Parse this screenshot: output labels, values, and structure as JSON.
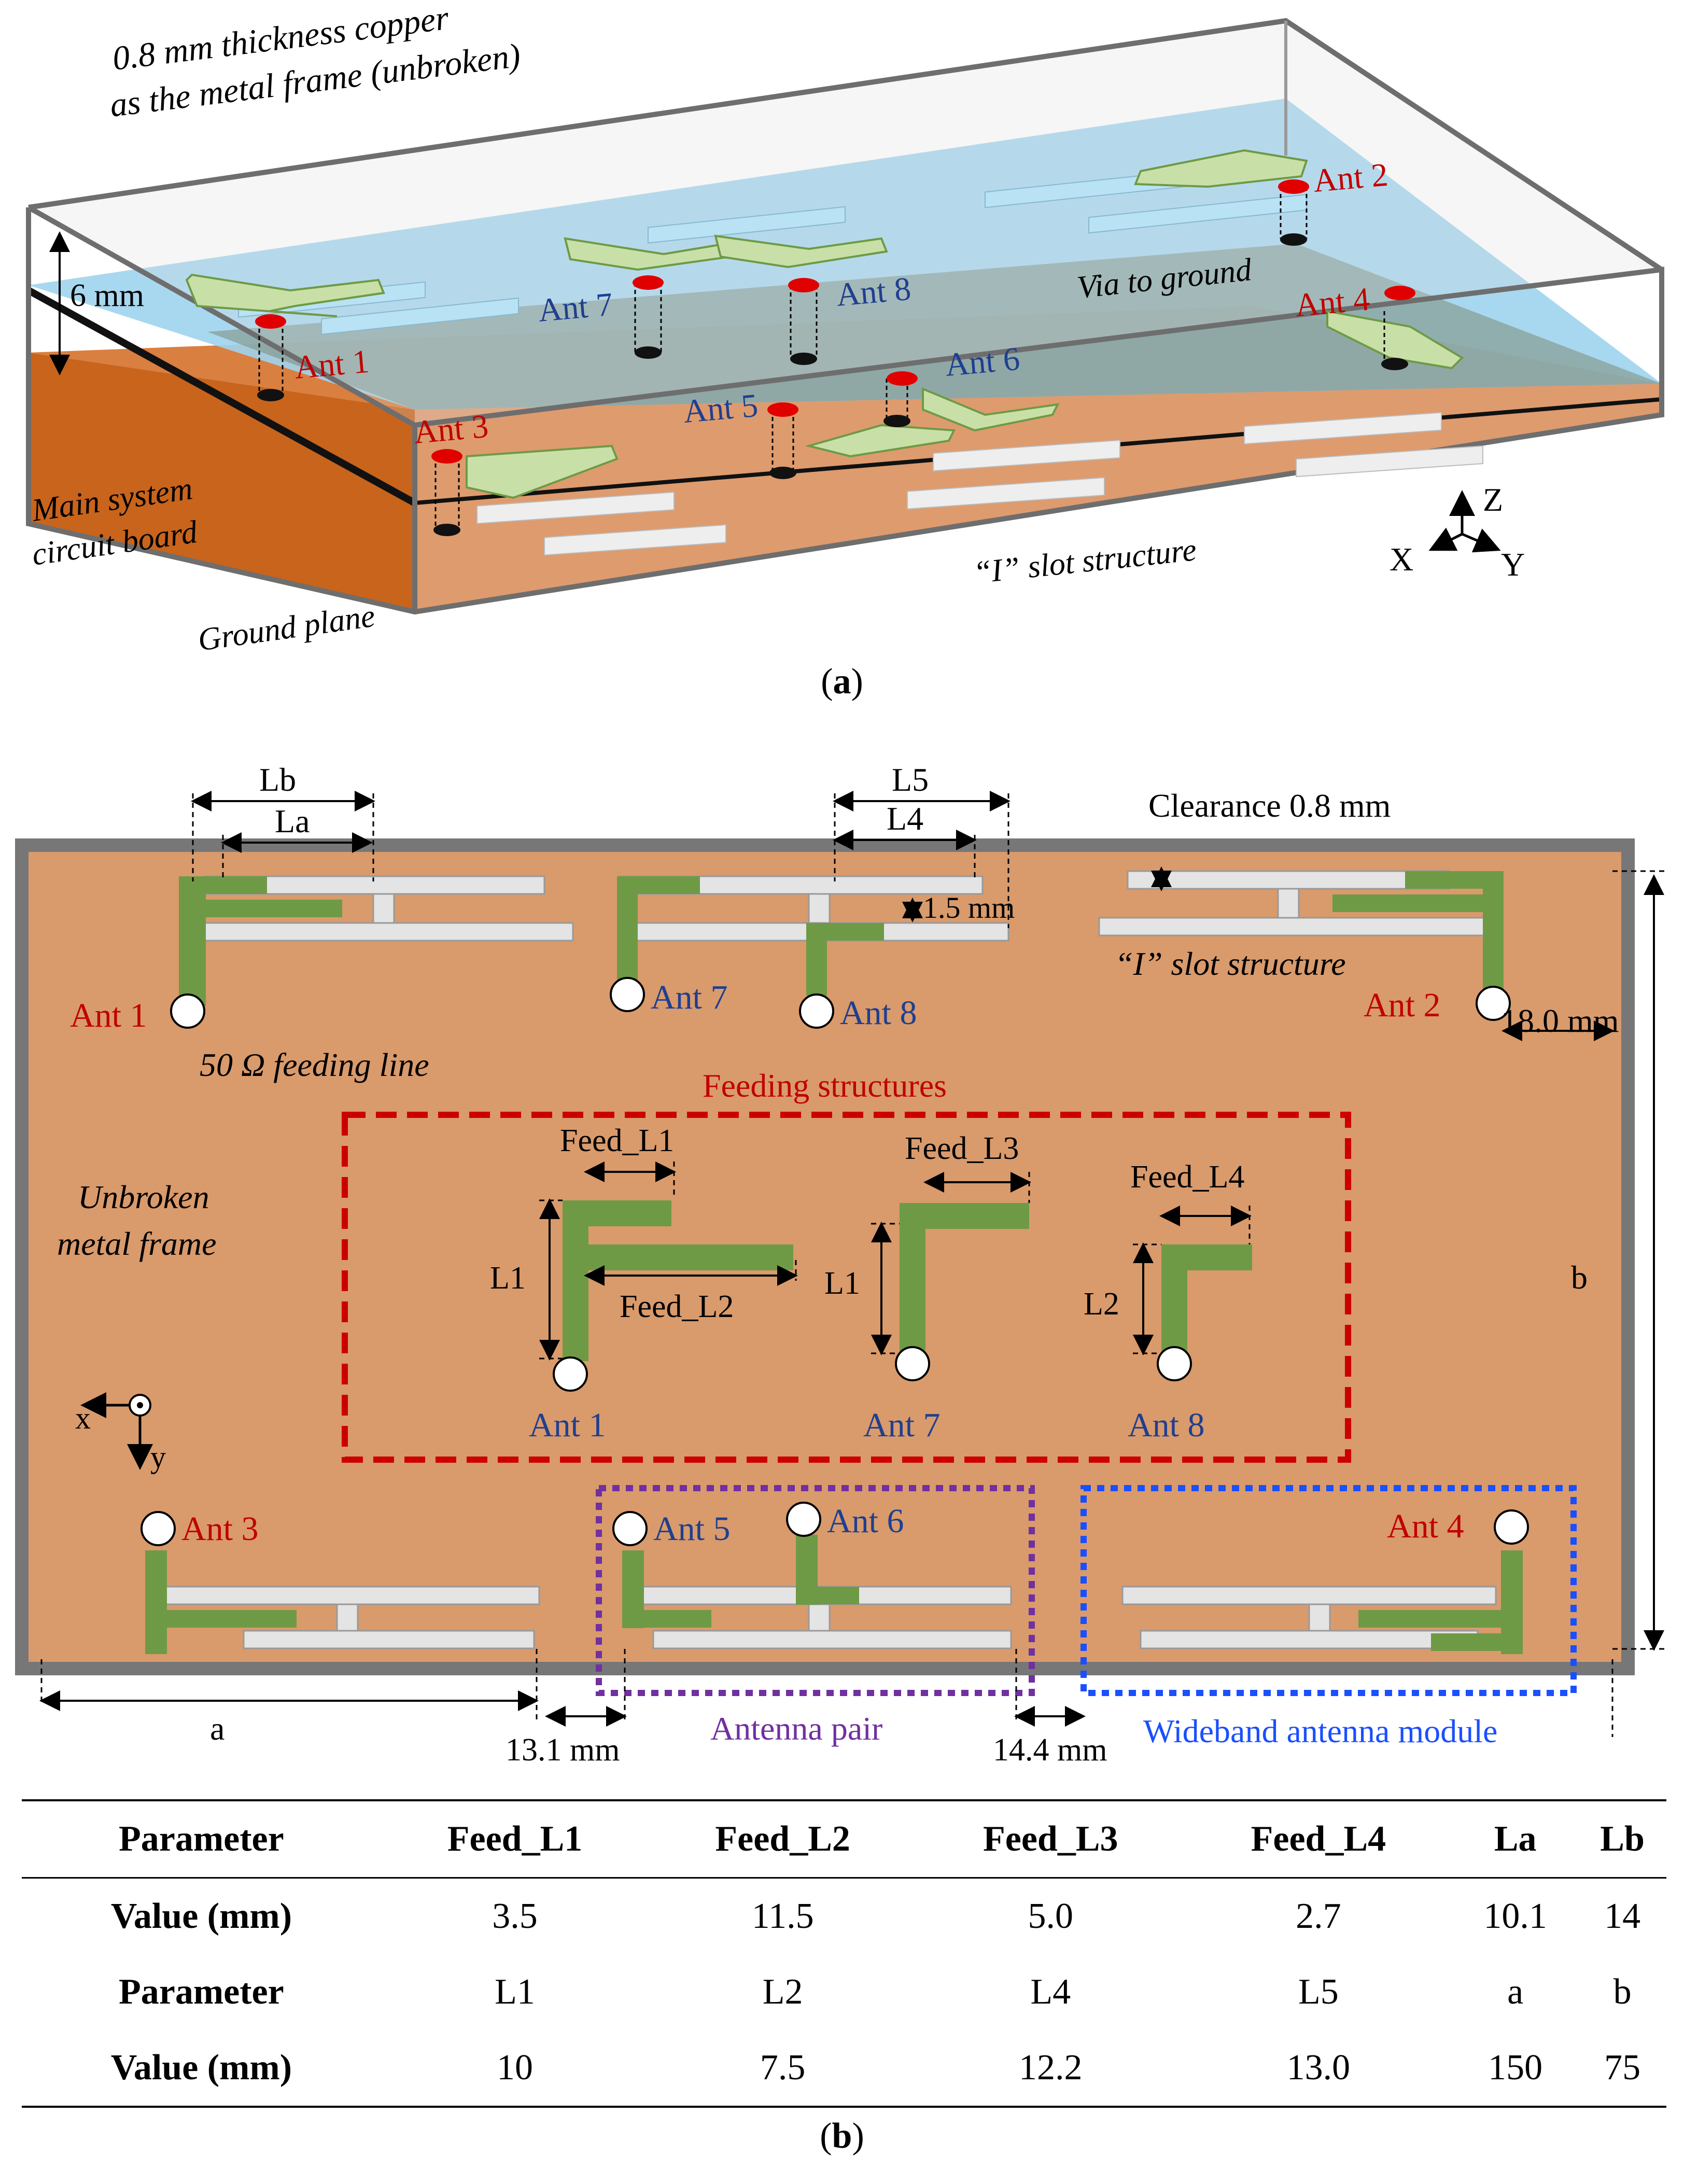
{
  "part_a": {
    "caption": "a",
    "frame_note_line1": "0.8 mm thickness copper",
    "frame_note_line2": "as the metal frame (unbroken)",
    "thickness": "6 mm",
    "board_line1": "Main system",
    "board_line2": "circuit board",
    "ground": "Ground plane",
    "slot": "“I” slot structure",
    "via": "Via to ground",
    "axis_z": "Z",
    "axis_x": "X",
    "axis_y": "Y",
    "ants": [
      "Ant 1",
      "Ant 2",
      "Ant 3",
      "Ant 4",
      "Ant 5",
      "Ant 6",
      "Ant 7",
      "Ant 8"
    ]
  },
  "part_b": {
    "caption": "b",
    "lb": "Lb",
    "la": "La",
    "l5": "L5",
    "l4": "L4",
    "clearance": "Clearance 0.8 mm",
    "gap": "1.5 mm",
    "slot": "“I” slot structure",
    "feeding_line": "50 Ω feeding line",
    "feeding_structures": "Feeding structures",
    "frame_line1": "Unbroken",
    "frame_line2": "metal frame",
    "side_dim": "18.0 mm",
    "dim_b": "b",
    "dim_a": "a",
    "gap1": "13.1 mm",
    "gap2": "14.4 mm",
    "antenna_pair": "Antenna pair",
    "module": "Wideband  antenna module",
    "feed_l1": "Feed_L1",
    "feed_l2": "Feed_L2",
    "feed_l3": "Feed_L3",
    "feed_l4": "Feed_L4",
    "l1": "L1",
    "l2": "L2",
    "axis_x": "x",
    "axis_y": "y",
    "ants": [
      "Ant 1",
      "Ant 2",
      "Ant 3",
      "Ant 4",
      "Ant 5",
      "Ant 6",
      "Ant 7",
      "Ant 8"
    ]
  },
  "table": {
    "rows": [
      [
        "Parameter",
        "Feed_L1",
        "Feed_L2",
        "Feed_L3",
        "Feed_L4",
        "La",
        "Lb"
      ],
      [
        "Value (mm)",
        "3.5",
        "11.5",
        "5.0",
        "2.7",
        "10.1",
        "14"
      ],
      [
        "Parameter",
        "L1",
        "L2",
        "L4",
        "L5",
        "a",
        "b"
      ],
      [
        "Value (mm)",
        "10",
        "7.5",
        "12.2",
        "13.0",
        "150",
        "75"
      ]
    ]
  },
  "colors": {
    "copper": "#d99a6c",
    "ground_orange": "#d2691e",
    "trace_green": "#6e9a46",
    "radiator_green": "#c8e0a8",
    "slot_grey": "#e4e4e4",
    "frame_grey": "#777777",
    "feed_red": "#cc0000",
    "pair_purple": "#7030a0",
    "module_blue": "#1a4fff",
    "sky": "#9fd4ee"
  }
}
